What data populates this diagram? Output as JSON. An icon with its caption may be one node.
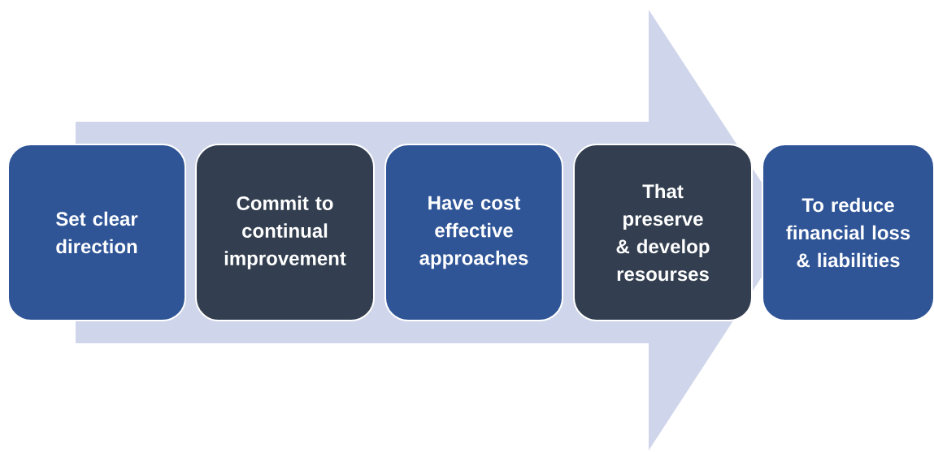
{
  "diagram": {
    "nodes": [
      {
        "text": [
          "Set clear direction"
        ]
      },
      {
        "text": [
          "Commit to continual improvement"
        ]
      },
      {
        "text": [
          "Have cost effective approaches"
        ]
      },
      {
        "text": [
          "That preserve & develop resourses"
        ]
      },
      {
        "text": [
          "To reduce financial loss & liabilities"
        ]
      }
    ],
    "edges": [
      {
        "from": 0,
        "to": 4,
        "arrow": "to"
      }
    ]
  }
}
